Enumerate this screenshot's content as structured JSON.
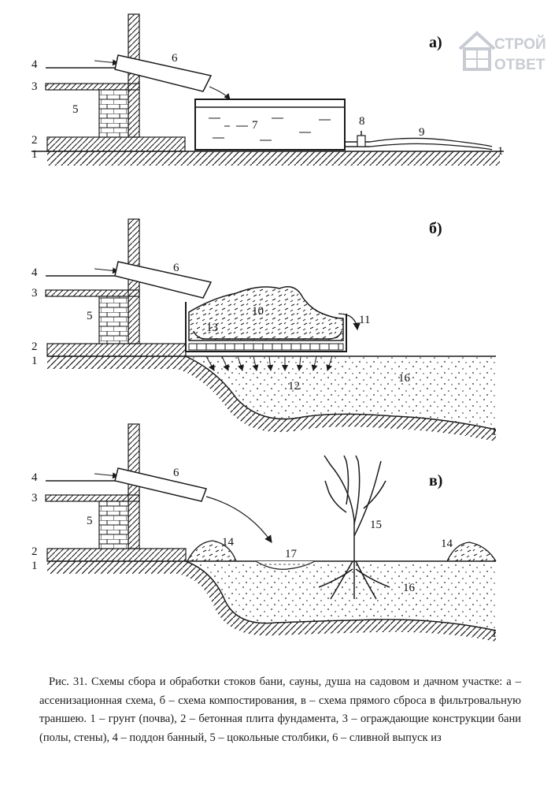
{
  "watermark": {
    "line1": "СТРОЙ",
    "line2": "ОТВЕТ"
  },
  "panels": [
    {
      "letter": "а)",
      "numbers": [
        "1",
        "2",
        "3",
        "4",
        "5",
        "6",
        "7",
        "8",
        "9",
        "1"
      ]
    },
    {
      "letter": "б)",
      "numbers": [
        "1",
        "2",
        "3",
        "4",
        "5",
        "6",
        "10",
        "11",
        "12",
        "13",
        "16",
        "1"
      ]
    },
    {
      "letter": "в)",
      "numbers": [
        "1",
        "2",
        "3",
        "4",
        "5",
        "6",
        "14",
        "14",
        "15",
        "16",
        "17",
        "1"
      ]
    }
  ],
  "caption": "Рис. 31. Схемы сбора и обработки стоков бани, сауны, душа на садовом и дачном участке: а – ассенизационная схема, б – схема компостирования, в – схема прямого сброса в фильтровальную траншею. 1 – грунт (почва), 2 – бетонная плита фундамента, 3 – ограждающие конструкции бани (полы, стены), 4 – поддон банный, 5 – цокольные столбики, 6 – сливной выпуск из",
  "colors": {
    "ink": "#1a1a1a",
    "watermark": "#c8ccd2",
    "background": "#ffffff"
  }
}
